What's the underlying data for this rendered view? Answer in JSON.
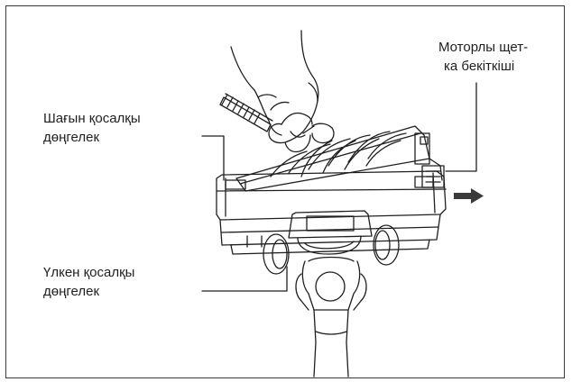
{
  "labels": {
    "top_right": {
      "line1": "Моторлы щет-",
      "line2": "ка бекіткіші"
    },
    "left_upper": {
      "line1": "Шағын қосалқы",
      "line2": "дөңгелек"
    },
    "left_lower": {
      "line1": "Үлкен қосалқы",
      "line2": "дөңгелек"
    }
  },
  "colors": {
    "line": "#1f1f1f",
    "frame": "#3a3a3a",
    "arrow": "#3a3a3a"
  },
  "icons": [
    "hand-with-brush-icon",
    "brush-head-assembly",
    "release-arrow-icon"
  ]
}
